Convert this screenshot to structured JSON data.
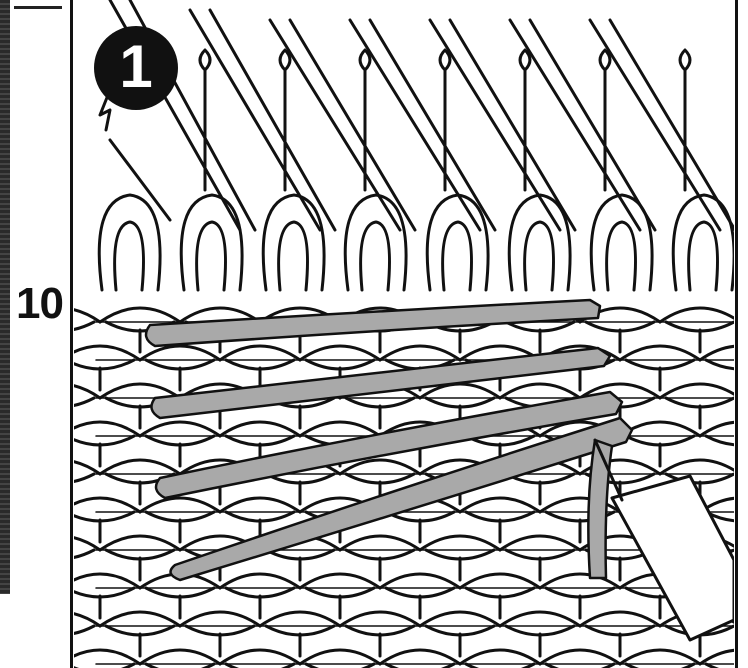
{
  "figure": {
    "step_number": "1",
    "row_label": "10"
  },
  "colors": {
    "ink": "#111111",
    "strand_fill": "#a9a9a9",
    "paper": "#ffffff"
  },
  "icons": {
    "step_badge": "filled-circle-number",
    "needle": "knitting-needle-icon"
  }
}
